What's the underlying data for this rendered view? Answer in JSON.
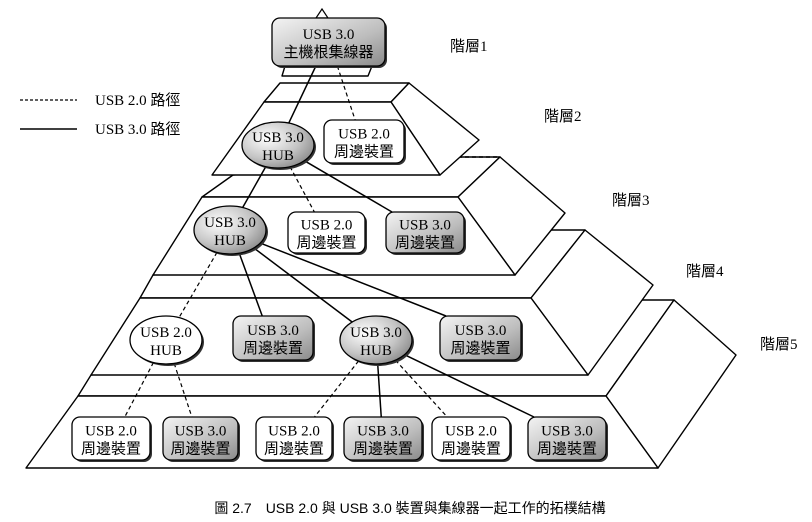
{
  "legend": [
    {
      "label": "USB 2.0 路徑",
      "style": "dashed"
    },
    {
      "label": "USB 3.0 路徑",
      "style": "solid"
    }
  ],
  "tiers": [
    "階層1",
    "階層2",
    "階層3",
    "階層4",
    "階層5"
  ],
  "nodes": [
    {
      "id": "root",
      "kind": "box",
      "usb": "3.0",
      "lines": [
        "USB 3.0",
        "主機根集線器"
      ]
    },
    {
      "id": "t2hub",
      "kind": "hub",
      "usb": "3.0",
      "lines": [
        "USB 3.0",
        "HUB"
      ]
    },
    {
      "id": "t2dev",
      "kind": "box",
      "usb": "2.0",
      "lines": [
        "USB 2.0",
        "周邊裝置"
      ]
    },
    {
      "id": "t3hub",
      "kind": "hub",
      "usb": "3.0",
      "lines": [
        "USB 3.0",
        "HUB"
      ]
    },
    {
      "id": "t3dev1",
      "kind": "box",
      "usb": "2.0",
      "lines": [
        "USB 2.0",
        "周邊裝置"
      ]
    },
    {
      "id": "t3dev2",
      "kind": "box",
      "usb": "3.0",
      "lines": [
        "USB 3.0",
        "周邊裝置"
      ]
    },
    {
      "id": "t4hub1",
      "kind": "hub",
      "usb": "2.0",
      "lines": [
        "USB 2.0",
        "HUB"
      ]
    },
    {
      "id": "t4dev1",
      "kind": "box",
      "usb": "3.0",
      "lines": [
        "USB 3.0",
        "周邊裝置"
      ]
    },
    {
      "id": "t4hub2",
      "kind": "hub",
      "usb": "3.0",
      "lines": [
        "USB 3.0",
        "HUB"
      ]
    },
    {
      "id": "t4dev2",
      "kind": "box",
      "usb": "3.0",
      "lines": [
        "USB 3.0",
        "周邊裝置"
      ]
    },
    {
      "id": "t5dev1",
      "kind": "box",
      "usb": "2.0",
      "lines": [
        "USB 2.0",
        "周邊裝置"
      ]
    },
    {
      "id": "t5dev2",
      "kind": "box",
      "usb": "3.0",
      "lines": [
        "USB 3.0",
        "周邊裝置"
      ]
    },
    {
      "id": "t5dev3",
      "kind": "box",
      "usb": "2.0",
      "lines": [
        "USB 2.0",
        "周邊裝置"
      ]
    },
    {
      "id": "t5dev4",
      "kind": "box",
      "usb": "3.0",
      "lines": [
        "USB 3.0",
        "周邊裝置"
      ]
    },
    {
      "id": "t5dev5",
      "kind": "box",
      "usb": "2.0",
      "lines": [
        "USB 2.0",
        "周邊裝置"
      ]
    },
    {
      "id": "t5dev6",
      "kind": "box",
      "usb": "3.0",
      "lines": [
        "USB 3.0",
        "周邊裝置"
      ]
    }
  ],
  "edges": [
    {
      "from": "root",
      "to": "t2hub",
      "style": "solid"
    },
    {
      "from": "root",
      "to": "t2dev",
      "style": "dashed"
    },
    {
      "from": "t2hub",
      "to": "t3hub",
      "style": "solid"
    },
    {
      "from": "t2hub",
      "to": "t3dev1",
      "style": "dashed"
    },
    {
      "from": "t2hub",
      "to": "t3dev2",
      "style": "solid"
    },
    {
      "from": "t3hub",
      "to": "t4hub1",
      "style": "dashed"
    },
    {
      "from": "t3hub",
      "to": "t4dev1",
      "style": "solid"
    },
    {
      "from": "t3hub",
      "to": "t4hub2",
      "style": "solid"
    },
    {
      "from": "t3hub",
      "to": "t4dev2",
      "style": "solid"
    },
    {
      "from": "t4hub1",
      "to": "t5dev1",
      "style": "dashed"
    },
    {
      "from": "t4hub1",
      "to": "t5dev2",
      "style": "dashed"
    },
    {
      "from": "t4hub2",
      "to": "t5dev3",
      "style": "dashed"
    },
    {
      "from": "t4hub2",
      "to": "t5dev4",
      "style": "solid"
    },
    {
      "from": "t4hub2",
      "to": "t5dev5",
      "style": "dashed"
    },
    {
      "from": "t4hub2",
      "to": "t5dev6",
      "style": "solid"
    }
  ],
  "caption": "圖 2.7　USB 2.0 與 USB 3.0 裝置與集線器一起工作的拓樸結構"
}
